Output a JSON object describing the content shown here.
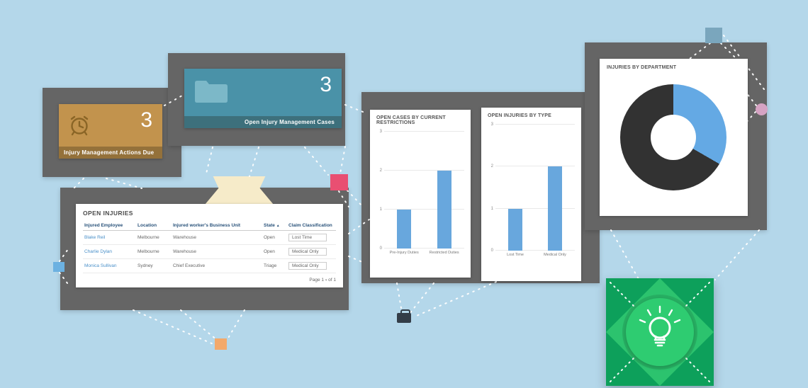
{
  "scene": {
    "background": "#b4d7ea",
    "panel_color": "#656565"
  },
  "kpi_actions_due": {
    "value": "3",
    "label": "Injury Management Actions Due",
    "color": "#c2934d"
  },
  "kpi_open_cases": {
    "value": "3",
    "label": "Open Injury Management Cases",
    "color": "#4a92a8"
  },
  "open_injuries": {
    "title": "OPEN INJURIES",
    "columns": {
      "employee": "Injured Employee",
      "location": "Location",
      "business_unit": "Injured worker's Business Unit",
      "state": "State",
      "state_sort": "▲",
      "claim": "Claim Classification"
    },
    "rows": [
      {
        "employee": "Blake Reil",
        "location": "Melbourne",
        "business_unit": "Warehouse",
        "state": "Open",
        "claim": "Lost Time"
      },
      {
        "employee": "Charlie Dylan",
        "location": "Melbourne",
        "business_unit": "Warehouse",
        "state": "Open",
        "claim": "Medical Only"
      },
      {
        "employee": "Monica Sullivan",
        "location": "Sydney",
        "business_unit": "Chief Executive",
        "state": "Triage",
        "claim": "Medical Only"
      }
    ],
    "pagination": {
      "page": "Page 1",
      "caret": "▾",
      "of": "of 1"
    }
  },
  "chart_data": [
    {
      "type": "bar",
      "title": "OPEN CASES BY CURRENT RESTRICTIONS",
      "categories": [
        "Pre-Injury Duties",
        "Restricted Duties"
      ],
      "values": [
        1,
        2
      ],
      "ylim": [
        0,
        3
      ],
      "yticks": [
        0,
        1,
        2,
        3
      ],
      "bar_color": "#68a7dd",
      "grid": true,
      "legend": "none"
    },
    {
      "type": "bar",
      "title": "OPEN INJURIES BY TYPE",
      "categories": [
        "Lost Time",
        "Medical Only"
      ],
      "values": [
        1,
        2
      ],
      "ylim": [
        0,
        3
      ],
      "yticks": [
        0,
        1,
        2,
        3
      ],
      "bar_color": "#68a7dd",
      "grid": true,
      "legend": "none"
    },
    {
      "type": "pie",
      "subtype": "donut",
      "title": "INJURIES BY DEPARTMENT",
      "segments": [
        {
          "label": "blue-segment",
          "value": 1,
          "color": "#64a9e4"
        },
        {
          "label": "dark-segment",
          "value": 2,
          "color": "#323232"
        }
      ],
      "legend": "none"
    }
  ],
  "tip_widget": {
    "colors": {
      "base": "#0da05b",
      "diamond": "#2cc36e",
      "circle": "#2ecc71"
    }
  }
}
